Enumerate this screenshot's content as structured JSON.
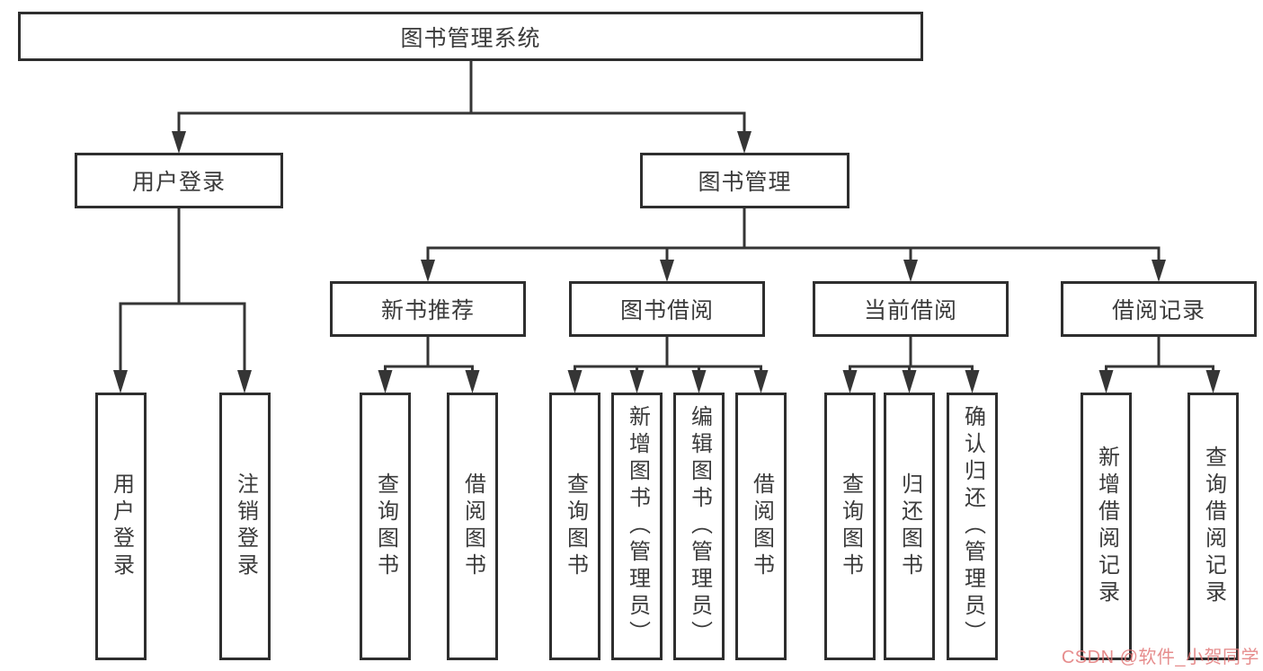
{
  "diagram_title": "图书管理系统",
  "colors": {
    "line": "#353535",
    "box_border": "#2e2e2e",
    "text": "#3b3b3b",
    "background": "#ffffff",
    "watermark": "#e07474"
  },
  "tree": {
    "label": "图书管理系统",
    "children": [
      {
        "label": "用户登录",
        "children": [
          {
            "label": "用户登录"
          },
          {
            "label": "注销登录"
          }
        ]
      },
      {
        "label": "图书管理",
        "children": [
          {
            "label": "新书推荐",
            "children": [
              {
                "label": "查询图书"
              },
              {
                "label": "借阅图书"
              }
            ]
          },
          {
            "label": "图书借阅",
            "children": [
              {
                "label": "查询图书"
              },
              {
                "label": "新增图书（管理员）"
              },
              {
                "label": "编辑图书（管理员）"
              },
              {
                "label": "借阅图书"
              }
            ]
          },
          {
            "label": "当前借阅",
            "children": [
              {
                "label": "查询图书"
              },
              {
                "label": "归还图书"
              },
              {
                "label": "确认归还（管理员）"
              }
            ]
          },
          {
            "label": "借阅记录",
            "children": [
              {
                "label": "新增借阅记录"
              },
              {
                "label": "查询借阅记录"
              }
            ]
          }
        ]
      }
    ]
  },
  "watermark": {
    "text": "CSDN @软件_小贺同学"
  }
}
